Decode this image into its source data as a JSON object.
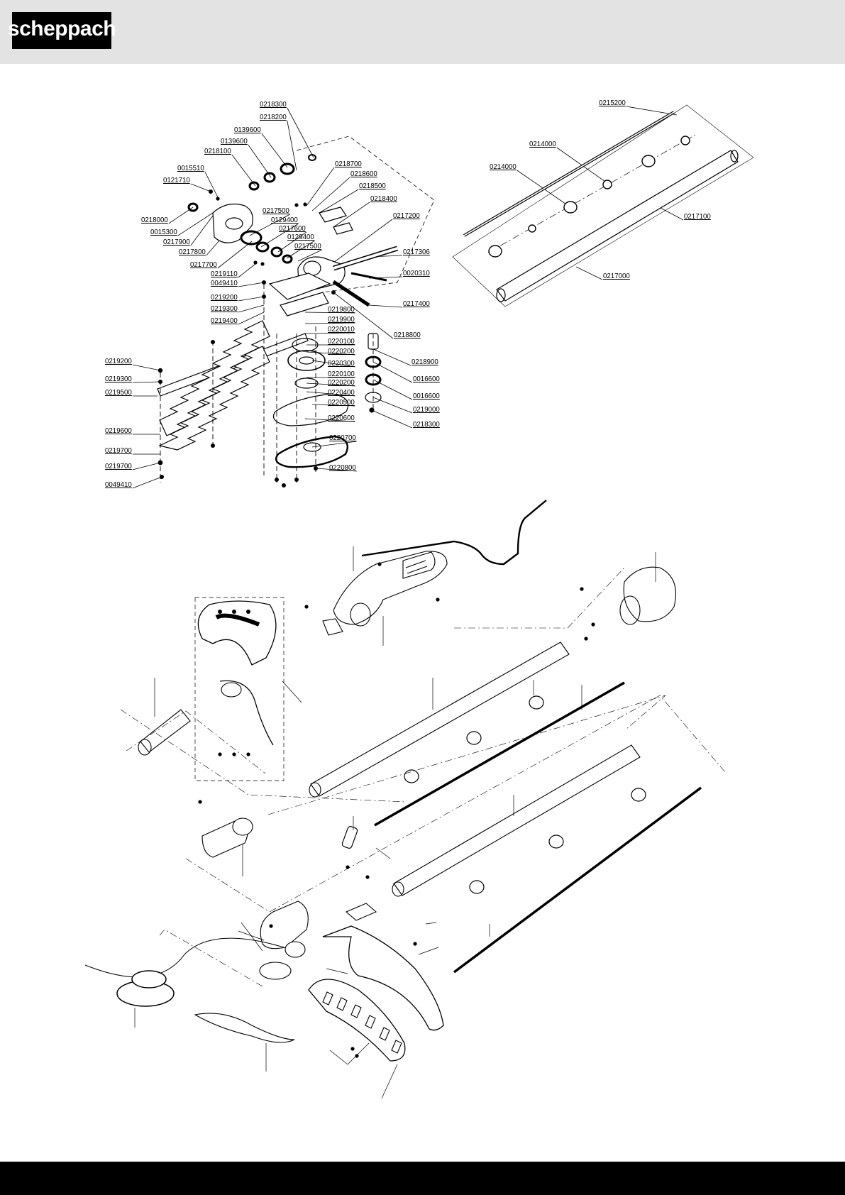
{
  "header": {
    "logo_text": "scheppach"
  },
  "colors": {
    "header_bg": "#e3e3e3",
    "logo_bg": "#000000",
    "footer_bg": "#000000"
  },
  "hedge_parts": [
    {
      "id": "0218300"
    },
    {
      "id": "0218200"
    },
    {
      "id": "0139600"
    },
    {
      "id": "0139600"
    },
    {
      "id": "0218100"
    },
    {
      "id": "0015510"
    },
    {
      "id": "0121710"
    },
    {
      "id": "0218700"
    },
    {
      "id": "0218600"
    },
    {
      "id": "0218500"
    },
    {
      "id": "0218400"
    },
    {
      "id": "0218000"
    },
    {
      "id": "0217500"
    },
    {
      "id": "0015300"
    },
    {
      "id": "0217900"
    },
    {
      "id": "0129400"
    },
    {
      "id": "0217200"
    },
    {
      "id": "0217600"
    },
    {
      "id": "0217800"
    },
    {
      "id": "0129400"
    },
    {
      "id": "0217500"
    },
    {
      "id": "0217306"
    },
    {
      "id": "0217700"
    },
    {
      "id": "0219110"
    },
    {
      "id": "0020310"
    },
    {
      "id": "0049410"
    },
    {
      "id": "0219200"
    },
    {
      "id": "0219300"
    },
    {
      "id": "0217400"
    },
    {
      "id": "0219800"
    },
    {
      "id": "0219400"
    },
    {
      "id": "0219900"
    },
    {
      "id": "0220010"
    },
    {
      "id": "0218800"
    },
    {
      "id": "0220100"
    },
    {
      "id": "0220200"
    },
    {
      "id": "0219200"
    },
    {
      "id": "0218900"
    },
    {
      "id": "0220300"
    },
    {
      "id": "0219300"
    },
    {
      "id": "0220100"
    },
    {
      "id": "0016600"
    },
    {
      "id": "0220200"
    },
    {
      "id": "0219500"
    },
    {
      "id": "0220400"
    },
    {
      "id": "0016600"
    },
    {
      "id": "0220500"
    },
    {
      "id": "0219000"
    },
    {
      "id": "0220600"
    },
    {
      "id": "0218300"
    },
    {
      "id": "0219600"
    },
    {
      "id": "0220700"
    },
    {
      "id": "0219700"
    },
    {
      "id": "0219700"
    },
    {
      "id": "0220800"
    },
    {
      "id": "0049410"
    }
  ],
  "shaft_parts": [
    {
      "id": "0215200"
    },
    {
      "id": "0214000"
    },
    {
      "id": "0214000"
    },
    {
      "id": "0217100"
    },
    {
      "id": "0217000"
    }
  ]
}
